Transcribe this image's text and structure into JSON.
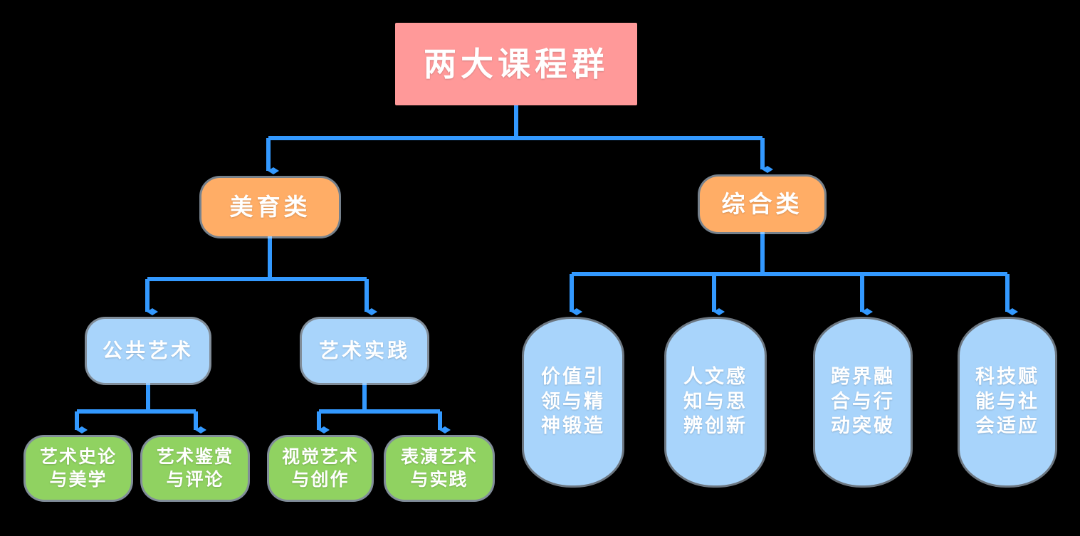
{
  "meta": {
    "background_color": "#000000",
    "edge_color": "#3399ff",
    "text_color": "#ffffff"
  },
  "palette": {
    "root": "#ff9999",
    "category": "#ffad66",
    "sub": "#a8d4fb",
    "leaf": "#90d261",
    "pillar": "#a8d4fb",
    "connector": "#3399ff"
  },
  "diagram": {
    "type": "tree",
    "root": {
      "label": "两大课程群"
    },
    "categories": [
      {
        "label": "美育类",
        "children": [
          {
            "label": "公共艺术",
            "children": [
              {
                "label": "艺术史论\n与美学"
              },
              {
                "label": "艺术鉴赏\n与评论"
              }
            ]
          },
          {
            "label": "艺术实践",
            "children": [
              {
                "label": "视觉艺术\n与创作"
              },
              {
                "label": "表演艺术\n与实践"
              }
            ]
          }
        ]
      },
      {
        "label": "综合类",
        "children": [
          {
            "label": "价值引\n领与精\n神锻造"
          },
          {
            "label": "人文感\n知与思\n辨创新"
          },
          {
            "label": "跨界融\n合与行\n动突破"
          },
          {
            "label": "科技赋\n能与社\n会适应"
          }
        ]
      }
    ]
  }
}
